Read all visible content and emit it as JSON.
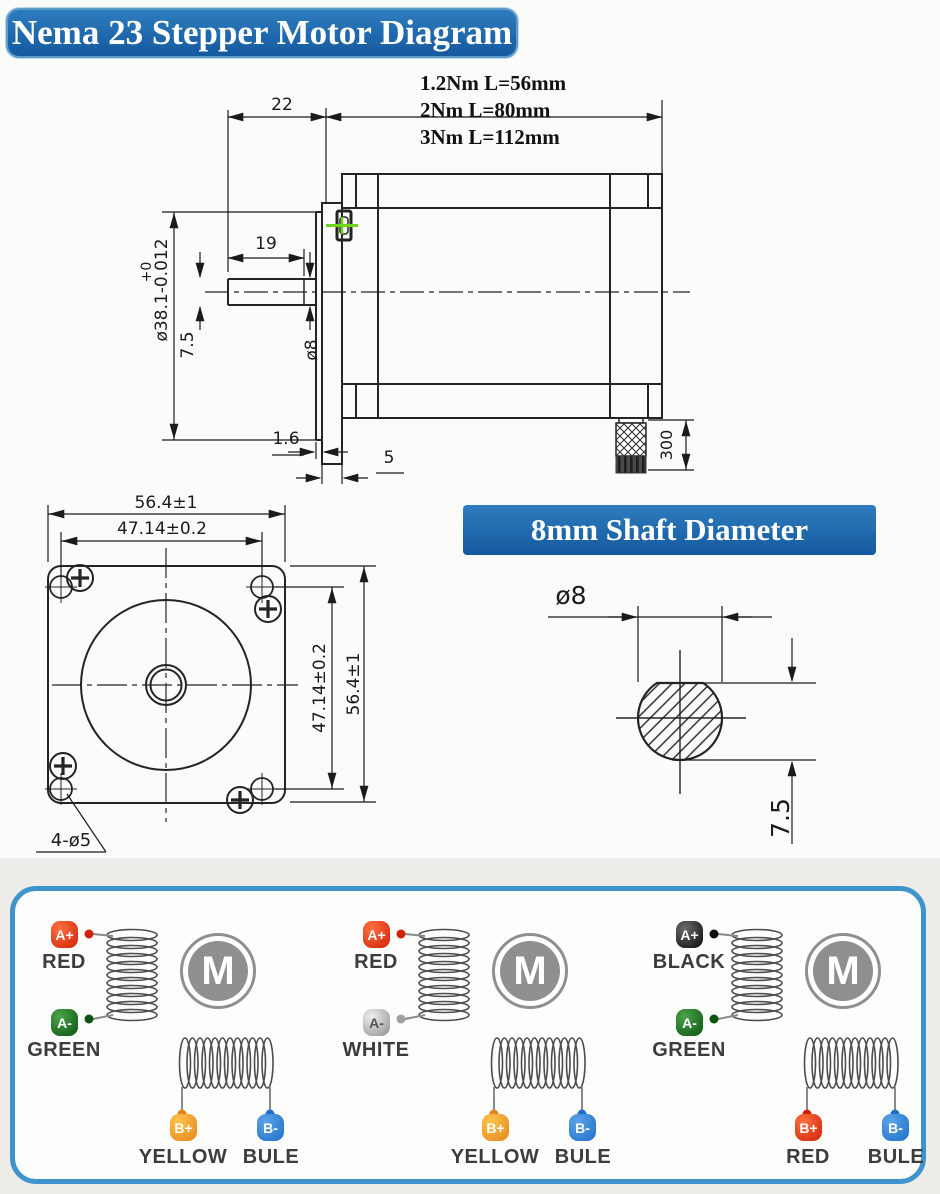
{
  "banners": {
    "title": "Nema 23 Stepper Motor Diagram",
    "shaft": "8mm Shaft Diameter"
  },
  "side_view": {
    "length_labels": [
      "1.2Nm L=56mm",
      "2Nm L=80mm",
      "3Nm L=112mm"
    ],
    "dims": {
      "shaft_length": "22",
      "flat_length": "19",
      "pilot_diameter": "ø38.1-0.012",
      "pilot_tolerance": "+0",
      "shaft_flat_height": "7.5",
      "shaft_diameter": "ø8",
      "pilot_depth": "1.6",
      "flange_thickness": "5",
      "cable_length": "300"
    }
  },
  "front_view": {
    "dims": {
      "body_width": "56.4±1",
      "hole_spacing": "47.14±0.2",
      "hole_spacing_side": "47.14±0.2",
      "body_height": "56.4±1",
      "mounting_holes": "4-ø5"
    }
  },
  "shaft_section": {
    "dims": {
      "diameter": "ø8",
      "flat_height": "7.5"
    }
  },
  "wiring": {
    "motor_label": "M",
    "terminals": {
      "a_plus": "A+",
      "a_minus": "A-",
      "b_plus": "B+",
      "b_minus": "B-"
    },
    "badge_colors": {
      "red": {
        "light": "#ff7040",
        "dark": "#cf2106"
      },
      "green": {
        "light": "#4aa34a",
        "dark": "#0d5411"
      },
      "orange": {
        "light": "#ffc34d",
        "dark": "#e2861a"
      },
      "blue": {
        "light": "#5ba3e8",
        "dark": "#1e6fc8"
      },
      "black": {
        "light": "#6a6a6a",
        "dark": "#0c0c0c"
      },
      "silver": {
        "light": "#eeeeee",
        "dark": "#909090"
      }
    },
    "panel_border_color": "#3f94cc",
    "cells": [
      {
        "a_plus": {
          "label": "RED",
          "color": "red"
        },
        "a_minus": {
          "label": "GREEN",
          "color": "green"
        },
        "b_plus": {
          "label": "YELLOW",
          "color": "orange"
        },
        "b_minus": {
          "label": "BULE",
          "color": "blue"
        }
      },
      {
        "a_plus": {
          "label": "RED",
          "color": "red"
        },
        "a_minus": {
          "label": "WHITE",
          "color": "silver"
        },
        "b_plus": {
          "label": "YELLOW",
          "color": "orange"
        },
        "b_minus": {
          "label": "BULE",
          "color": "blue"
        }
      },
      {
        "a_plus": {
          "label": "BLACK",
          "color": "black"
        },
        "a_minus": {
          "label": "GREEN",
          "color": "green"
        },
        "b_plus": {
          "label": "RED",
          "color": "red"
        },
        "b_minus": {
          "label": "BULE",
          "color": "blue"
        }
      }
    ]
  },
  "colors": {
    "banner_blue": "#15599f",
    "highlight_green": "#6fd41f"
  }
}
